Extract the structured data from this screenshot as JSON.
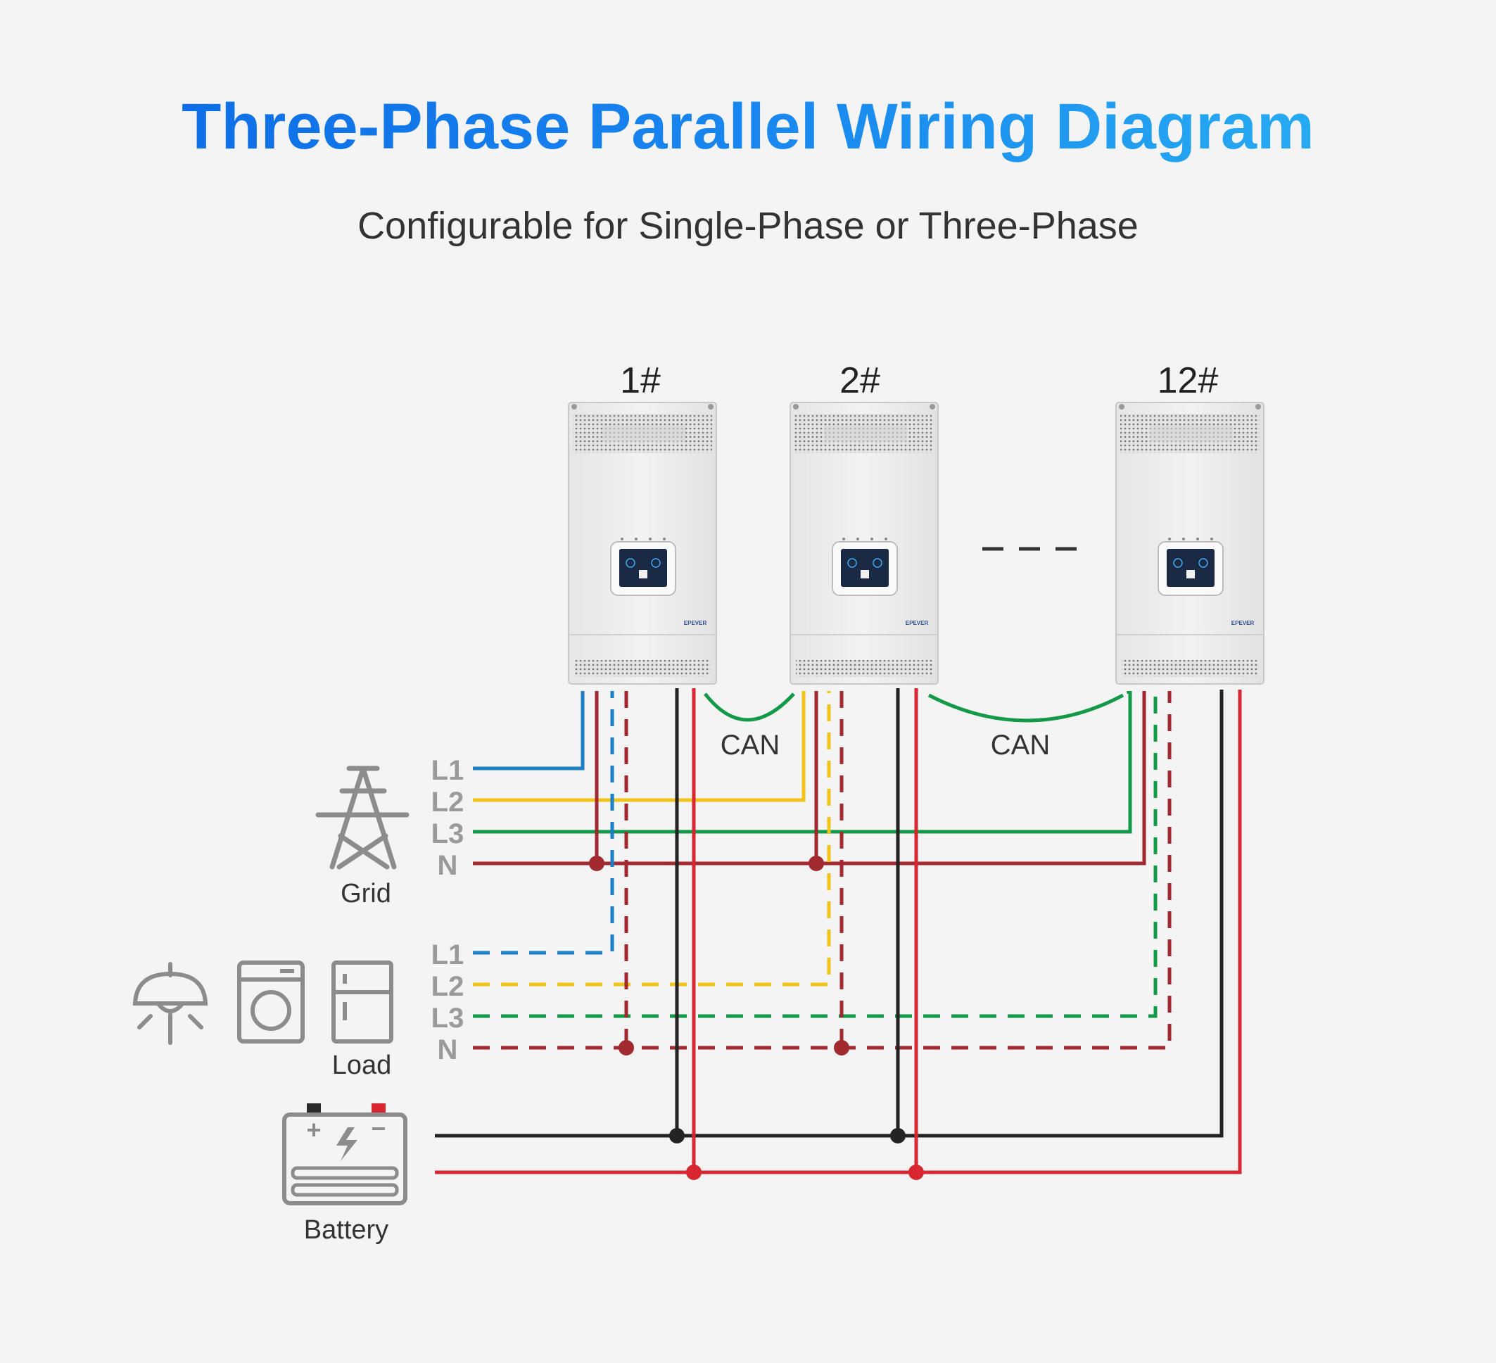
{
  "header": {
    "title": "Three-Phase Parallel Wiring Diagram",
    "subtitle": "Configurable for Single-Phase or Three-Phase"
  },
  "inverters": [
    {
      "label": "1#",
      "brand": "EPEVER"
    },
    {
      "label": "2#",
      "brand": "EPEVER"
    },
    {
      "label": "12#",
      "brand": "EPEVER"
    }
  ],
  "can_labels": [
    "CAN",
    "CAN"
  ],
  "grid": {
    "label": "Grid",
    "lines": [
      "L1",
      "L2",
      "L3",
      "N"
    ]
  },
  "load": {
    "label": "Load",
    "lines": [
      "L1",
      "L2",
      "L3",
      "N"
    ]
  },
  "battery": {
    "label": "Battery",
    "pos_sign": "+",
    "neg_sign": "−"
  },
  "colors": {
    "l1": "#1a7fc4",
    "l2": "#f2c318",
    "l3": "#139a48",
    "n": "#a1292f",
    "can": "#139a48",
    "battery_neg": "#232323",
    "battery_pos": "#d92732",
    "icon": "#8c8c8c"
  },
  "icons": {
    "grid": "power-tower-icon",
    "lamp": "ceiling-lamp-icon",
    "washer": "washing-machine-icon",
    "fridge": "refrigerator-icon",
    "battery": "battery-icon"
  }
}
